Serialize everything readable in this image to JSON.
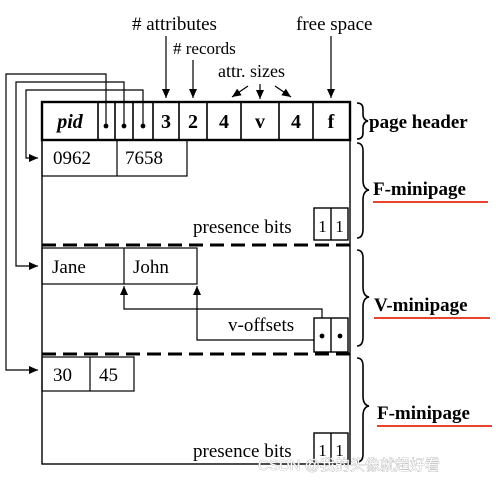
{
  "labels": {
    "attributes": "# attributes",
    "records": "# records",
    "attr_sizes": "attr. sizes",
    "free_space": "free space",
    "page_header": "page header",
    "f_minipage_1": "F-minipage",
    "v_minipage": "V-minipage",
    "f_minipage_2": "F-minipage",
    "presence_bits_1": "presence bits",
    "presence_bits_2": "presence bits",
    "v_offsets": "v-offsets"
  },
  "header_cells": {
    "pid": "pid",
    "num_attributes": "3",
    "num_records": "2",
    "size_1": "4",
    "size_v": "v",
    "size_2": "4",
    "free": "f"
  },
  "f_minipage_1_values": [
    "0962",
    "7658"
  ],
  "v_minipage_values": [
    "Jane",
    "John"
  ],
  "f_minipage_2_values": [
    "30",
    "45"
  ],
  "watermark": "CSDN @我的头像就超好看",
  "colors": {
    "accent_underline": "#e8432e",
    "watermark": "#ffffff",
    "stroke": "#000000"
  }
}
